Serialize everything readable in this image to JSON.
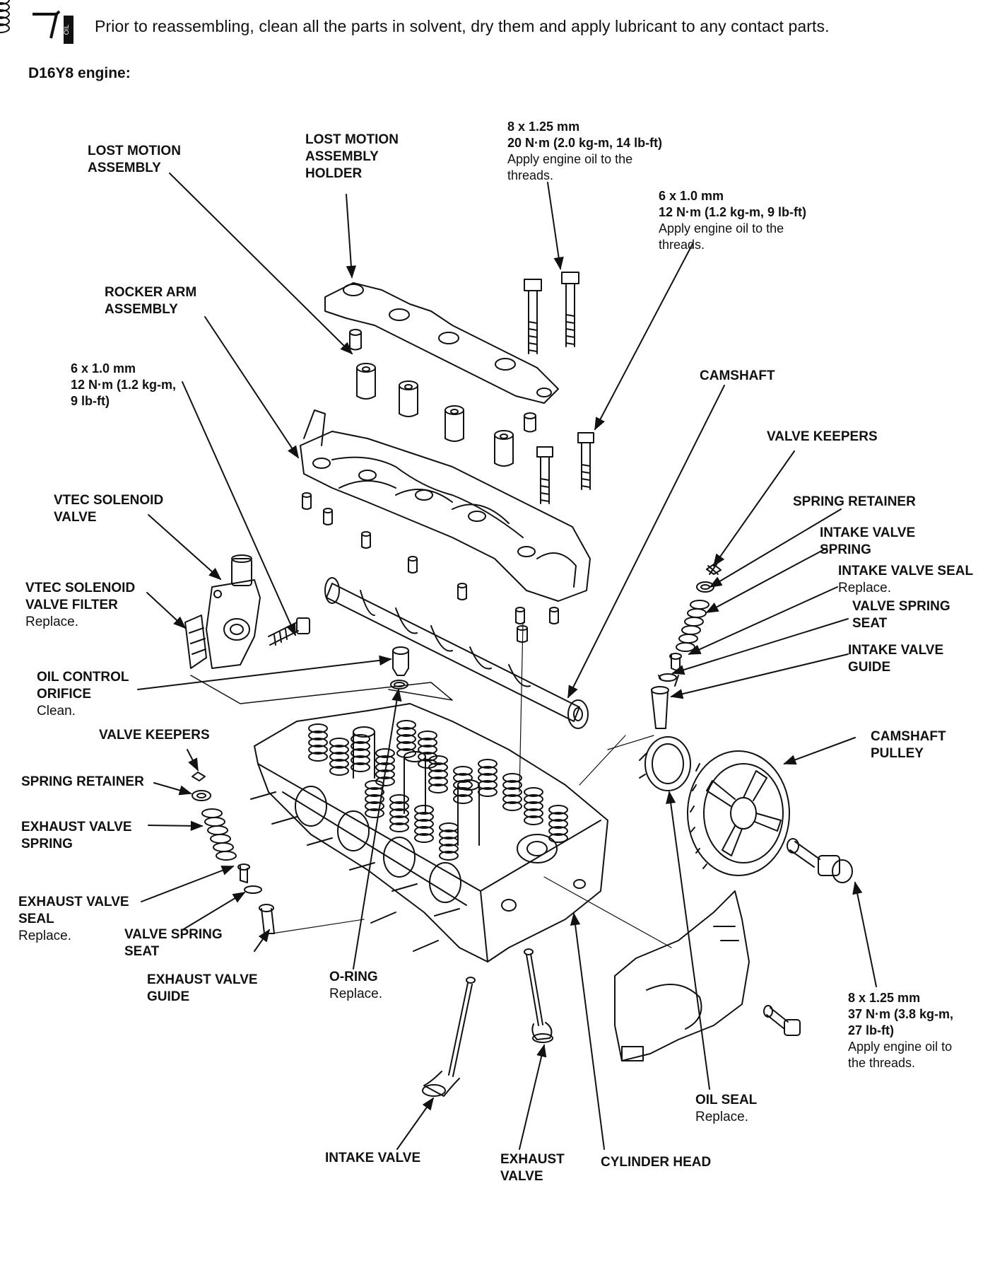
{
  "header": {
    "note": "Prior to reassembling, clean all the parts in solvent, dry them and apply lubricant to any contact parts.",
    "engine": "D16Y8 engine:",
    "oil_icon_text": "OIL"
  },
  "labels": {
    "lost_motion_assembly": [
      "LOST MOTION",
      "ASSEMBLY"
    ],
    "lost_motion_holder": [
      "LOST MOTION",
      "ASSEMBLY",
      "HOLDER"
    ],
    "bolt_top_spec": [
      "8 x 1.25 mm",
      "20 N·m (2.0 kg-m, 14 lb-ft)"
    ],
    "bolt_top_note": [
      "Apply engine oil to the",
      "threads."
    ],
    "bolt_mid_spec": [
      "6 x 1.0 mm",
      "12 N·m (1.2 kg-m, 9 lb-ft)"
    ],
    "bolt_mid_note": [
      "Apply engine oil to the",
      "threads."
    ],
    "rocker_arm": [
      "ROCKER ARM",
      "ASSEMBLY"
    ],
    "solenoid_bolt_spec": [
      "6 x 1.0 mm",
      "12 N·m (1.2 kg-m,",
      "9 lb-ft)"
    ],
    "camshaft": [
      "CAMSHAFT"
    ],
    "valve_keepers_r": [
      "VALVE KEEPERS"
    ],
    "spring_retainer_r": [
      "SPRING RETAINER"
    ],
    "intake_valve_spring": [
      "INTAKE VALVE",
      "SPRING"
    ],
    "intake_valve_seal": [
      "INTAKE VALVE SEAL"
    ],
    "intake_valve_seal_note": "Replace.",
    "valve_spring_seat_r": [
      "VALVE SPRING",
      "SEAT"
    ],
    "intake_valve_guide": [
      "INTAKE VALVE",
      "GUIDE"
    ],
    "vtec_solenoid": [
      "VTEC SOLENOID",
      "VALVE"
    ],
    "vtec_filter": [
      "VTEC SOLENOID",
      "VALVE FILTER"
    ],
    "vtec_filter_note": "Replace.",
    "oil_control_orifice": [
      "OIL CONTROL",
      "ORIFICE"
    ],
    "oil_control_orifice_note": "Clean.",
    "valve_keepers_l": [
      "VALVE KEEPERS"
    ],
    "spring_retainer_l": [
      "SPRING RETAINER"
    ],
    "exhaust_valve_spring": [
      "EXHAUST VALVE",
      "SPRING"
    ],
    "exhaust_valve_seal": [
      "EXHAUST VALVE",
      "SEAL"
    ],
    "exhaust_valve_seal_note": "Replace.",
    "valve_spring_seat_l": [
      "VALVE SPRING",
      "SEAT"
    ],
    "exhaust_valve_guide": [
      "EXHAUST VALVE",
      "GUIDE"
    ],
    "o_ring": [
      "O-RING"
    ],
    "o_ring_note": "Replace.",
    "camshaft_pulley": [
      "CAMSHAFT",
      "PULLEY"
    ],
    "pulley_bolt_spec": [
      "8 x 1.25 mm",
      "37 N·m (3.8 kg-m,",
      "27 lb-ft)"
    ],
    "pulley_bolt_note": [
      "Apply engine oil to",
      "the threads."
    ],
    "oil_seal": [
      "OIL SEAL"
    ],
    "oil_seal_note": "Replace.",
    "intake_valve": [
      "INTAKE VALVE"
    ],
    "exhaust_valve": [
      "EXHAUST",
      "VALVE"
    ],
    "cylinder_head": [
      "CYLINDER HEAD"
    ]
  }
}
